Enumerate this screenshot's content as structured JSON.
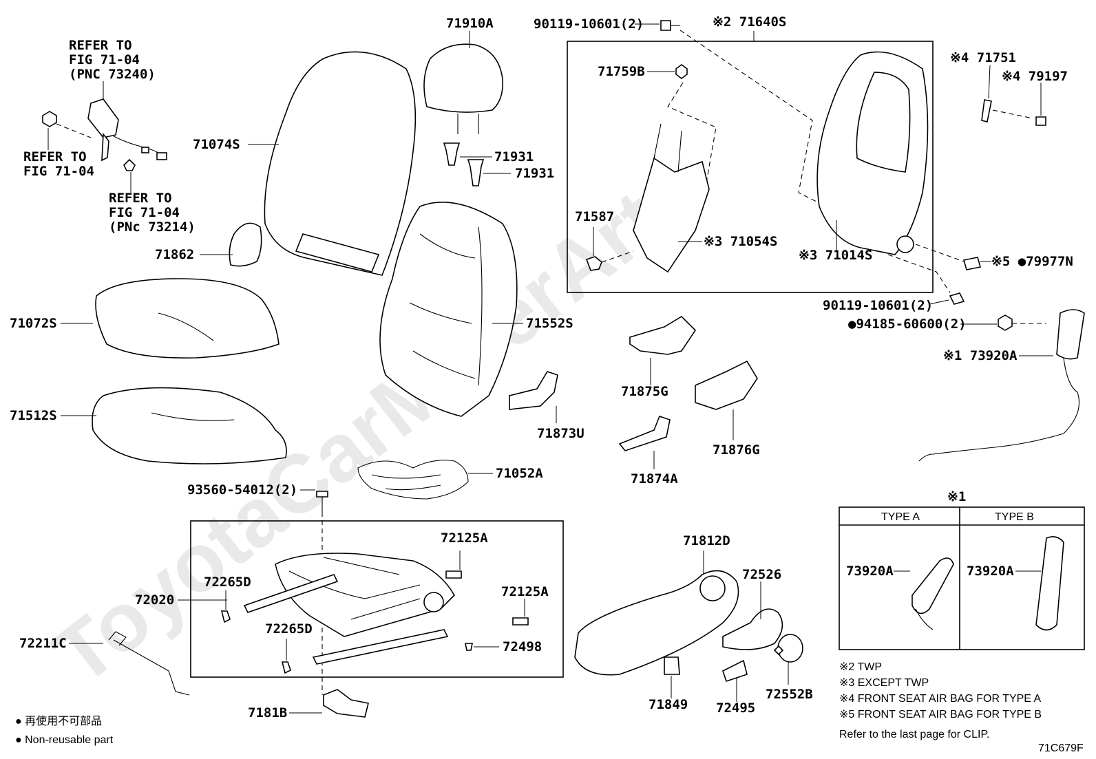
{
  "watermark": "ToyotaCarMinerArts",
  "diagram_code": "71C679F",
  "labels": {
    "refer_belt_1": "REFER TO",
    "refer_belt_2": "FIG 71-04",
    "refer_belt_3": "(PNC 73240)",
    "refer_nut_1": "REFER TO",
    "refer_nut_2": "FIG 71-04",
    "refer_clip_1": "REFER TO",
    "refer_clip_2": "FIG 71-04",
    "refer_clip_3": "(PNc 73214)",
    "p71074S": "71074S",
    "p71862": "71862",
    "p71072S": "71072S",
    "p71512S": "71512S",
    "p71910A": "71910A",
    "p71931a": "71931",
    "p71931b": "71931",
    "p71552S": "71552S",
    "p71873U": "71873U",
    "p71052A": "71052A",
    "p93560": "93560-54012(2)",
    "p90119a": "90119-10601(2)",
    "p71640S": "※2 71640S",
    "p71759B": "71759B",
    "p71587": "71587",
    "p71054S": "※3 71054S",
    "p71014S": "※3 71014S",
    "p71751": "※4 71751",
    "p79197": "※4 79197",
    "p79977N": "※5 ●79977N",
    "p90119b": "90119-10601(2)",
    "p94185": "●94185-60600(2)",
    "p73920A": "※1 73920A",
    "p71875G": "71875G",
    "p71876G": "71876G",
    "p71874A": "71874A",
    "p72125Aa": "72125A",
    "p72125Ab": "72125A",
    "p72265Da": "72265D",
    "p72265Db": "72265D",
    "p72020": "72020",
    "p72211C": "72211C",
    "p72498": "72498",
    "p7181B": "7181B",
    "p71812D": "71812D",
    "p72526": "72526",
    "p71849": "71849",
    "p72495": "72495",
    "p72552B": "72552B"
  },
  "type_table": {
    "title": "※1",
    "col_a": "TYPE A",
    "col_b": "TYPE B",
    "part_a": "73920A",
    "part_b": "73920A"
  },
  "notes": [
    "※2 TWP",
    "※3 EXCEPT TWP",
    "※4 FRONT SEAT AIR BAG FOR TYPE A",
    "※5 FRONT SEAT AIR BAG FOR TYPE B",
    "Refer to the last page for CLIP."
  ],
  "legend": {
    "jp": "● 再使用不可部品",
    "en": "● Non-reusable part"
  }
}
